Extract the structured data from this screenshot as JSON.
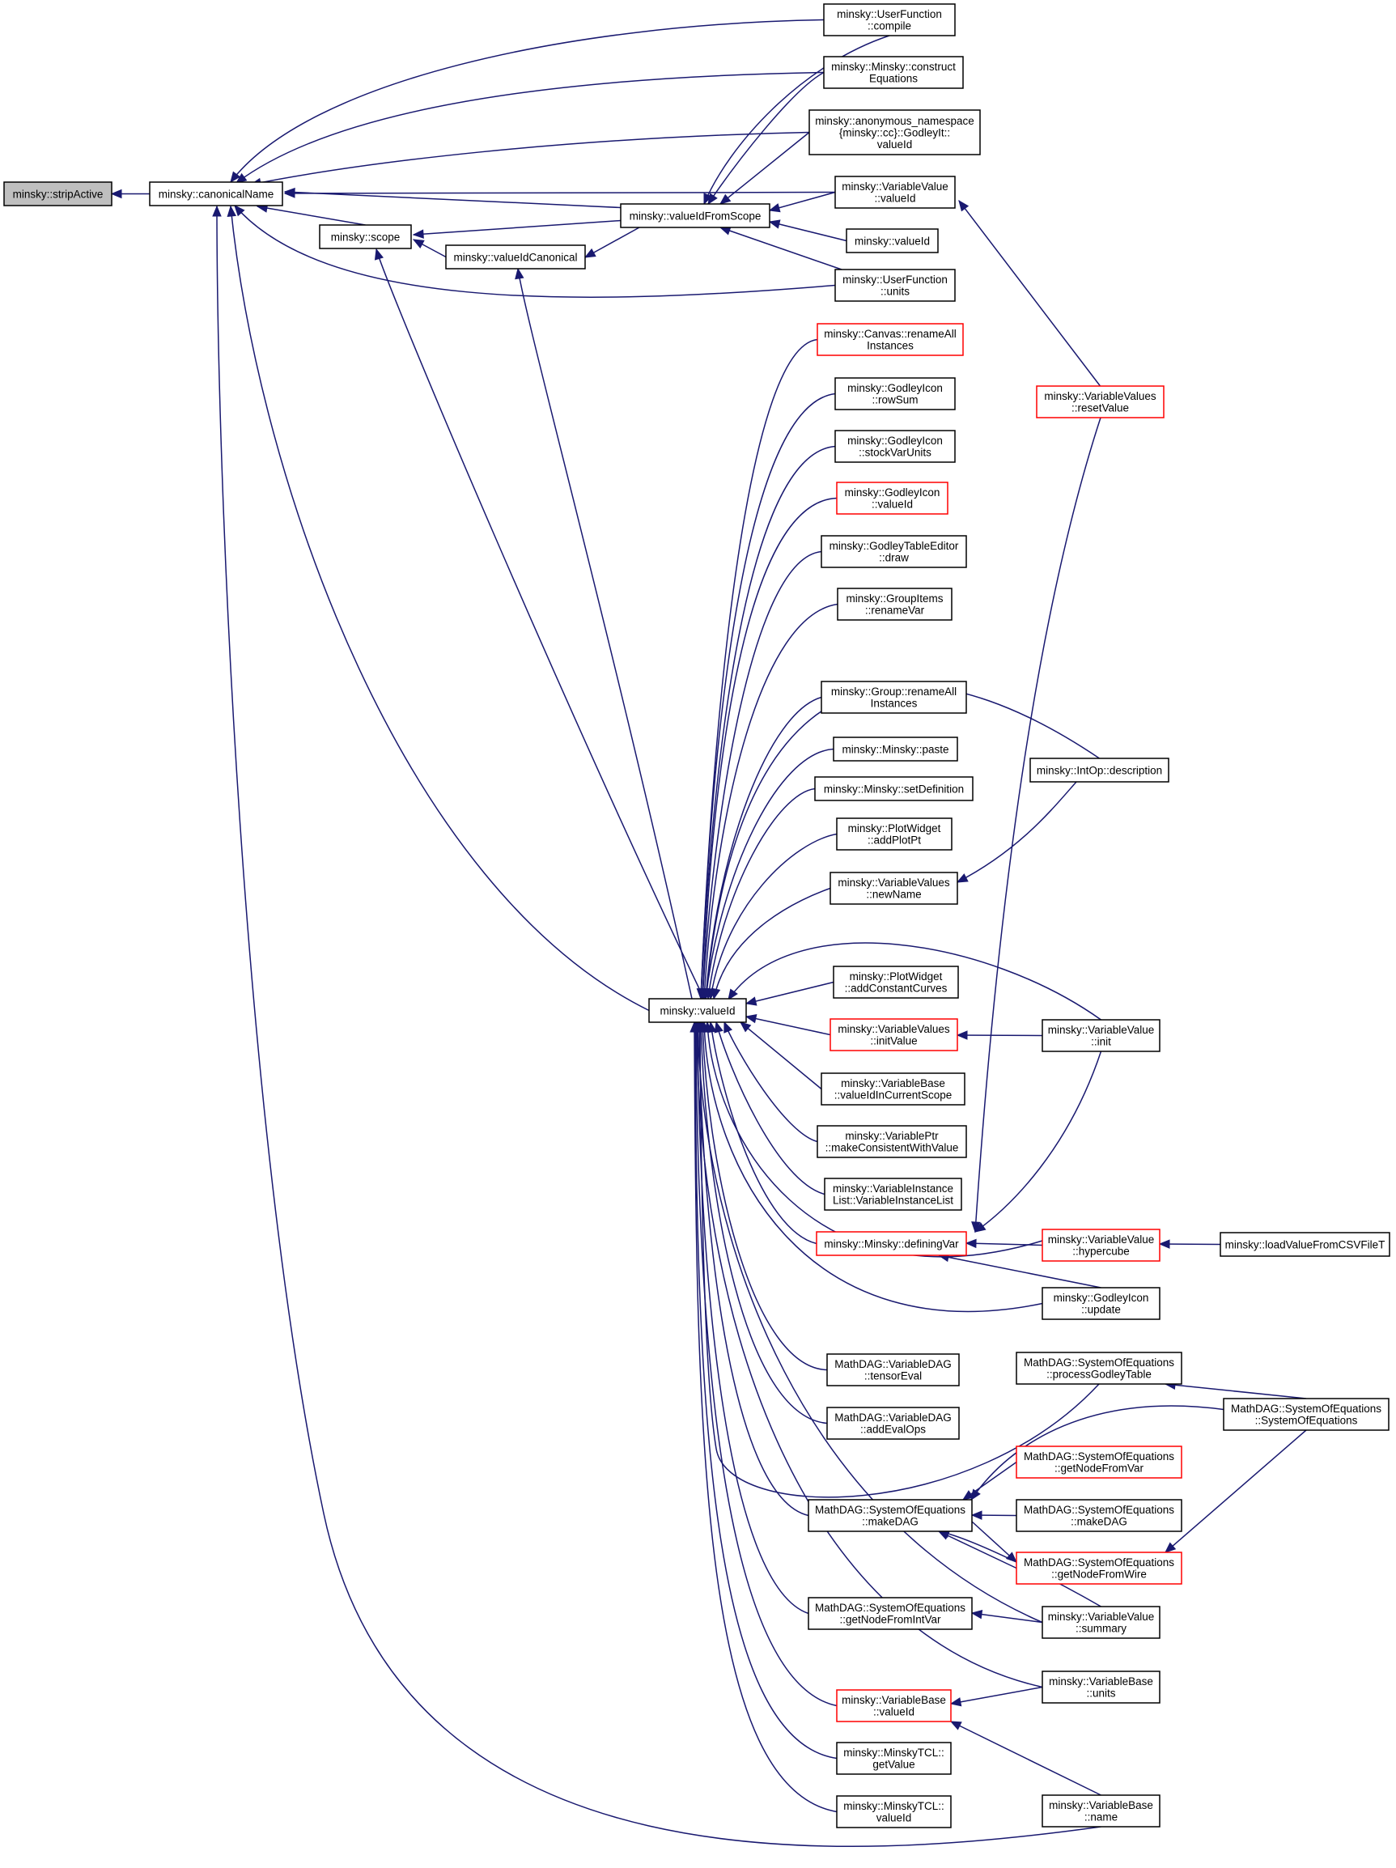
{
  "nodes": {
    "stripActive": {
      "lines": [
        "minsky::stripActive"
      ],
      "highlight": true
    },
    "canonicalName": {
      "lines": [
        "minsky::canonicalName"
      ]
    },
    "scope": {
      "lines": [
        "minsky::scope"
      ]
    },
    "valueIdCanonical": {
      "lines": [
        "minsky::valueIdCanonical"
      ]
    },
    "valueIdFromScope": {
      "lines": [
        "minsky::valueIdFromScope"
      ]
    },
    "valueId": {
      "lines": [
        "minsky::valueId"
      ]
    },
    "uf_compile": {
      "lines": [
        "minsky::UserFunction",
        "::compile"
      ]
    },
    "constructEquations": {
      "lines": [
        "minsky::Minsky::construct",
        "Equations"
      ]
    },
    "anonGodleyIt": {
      "lines": [
        "minsky::anonymous_namespace",
        "{minsky::cc}::GodleyIt::",
        "valueId"
      ]
    },
    "vv_valueId": {
      "lines": [
        "minsky::VariableValue",
        "::valueId"
      ]
    },
    "valueId2": {
      "lines": [
        "minsky::valueId"
      ]
    },
    "uf_units": {
      "lines": [
        "minsky::UserFunction",
        "::units"
      ]
    },
    "renameAllInstances": {
      "lines": [
        "minsky::Canvas::renameAll",
        "Instances"
      ],
      "red": true
    },
    "gi_rowSum": {
      "lines": [
        "minsky::GodleyIcon",
        "::rowSum"
      ]
    },
    "gi_stockVarUnits": {
      "lines": [
        "minsky::GodleyIcon",
        "::stockVarUnits"
      ]
    },
    "gi_valueId": {
      "lines": [
        "minsky::GodleyIcon",
        "::valueId"
      ],
      "red": true
    },
    "gte_draw": {
      "lines": [
        "minsky::GodleyTableEditor",
        "::draw"
      ]
    },
    "gitems_renameVar": {
      "lines": [
        "minsky::GroupItems",
        "::renameVar"
      ]
    },
    "group_renameAll": {
      "lines": [
        "minsky::Group::renameAll",
        "Instances"
      ]
    },
    "minsky_paste": {
      "lines": [
        "minsky::Minsky::paste"
      ]
    },
    "minsky_setDefinition": {
      "lines": [
        "minsky::Minsky::setDefinition"
      ]
    },
    "pw_addPlotPt": {
      "lines": [
        "minsky::PlotWidget",
        "::addPlotPt"
      ]
    },
    "vvals_newName": {
      "lines": [
        "minsky::VariableValues",
        "::newName"
      ]
    },
    "pw_addConstantCurves": {
      "lines": [
        "minsky::PlotWidget",
        "::addConstantCurves"
      ]
    },
    "vvals_initValue": {
      "lines": [
        "minsky::VariableValues",
        "::initValue"
      ],
      "red": true
    },
    "vb_valueIdInCurrentScope": {
      "lines": [
        "minsky::VariableBase",
        "::valueIdInCurrentScope"
      ]
    },
    "vptr_makeConsistent": {
      "lines": [
        "minsky::VariablePtr",
        "::makeConsistentWithValue"
      ]
    },
    "vil_vil": {
      "lines": [
        "minsky::VariableInstance",
        "List::VariableInstanceList"
      ]
    },
    "definingVar": {
      "lines": [
        "minsky::Minsky::definingVar"
      ],
      "red": true
    },
    "vdag_tensorEval": {
      "lines": [
        "MathDAG::VariableDAG",
        "::tensorEval"
      ]
    },
    "vdag_addEvalOps": {
      "lines": [
        "MathDAG::VariableDAG",
        "::addEvalOps"
      ]
    },
    "soe_makeDAG": {
      "lines": [
        "MathDAG::SystemOfEquations",
        "::makeDAG"
      ]
    },
    "soe_getNodeFromIntVar": {
      "lines": [
        "MathDAG::SystemOfEquations",
        "::getNodeFromIntVar"
      ]
    },
    "vb_valueId": {
      "lines": [
        "minsky::VariableBase",
        "::valueId"
      ],
      "red": true
    },
    "mtcl_getValue": {
      "lines": [
        "minsky::MinskyTCL::",
        "getValue"
      ]
    },
    "mtcl_valueId": {
      "lines": [
        "minsky::MinskyTCL::",
        "valueId"
      ]
    },
    "vvals_resetValue": {
      "lines": [
        "minsky::VariableValues",
        "::resetValue"
      ],
      "red": true
    },
    "intop_description": {
      "lines": [
        "minsky::IntOp::description"
      ]
    },
    "vv_init": {
      "lines": [
        "minsky::VariableValue",
        "::init"
      ]
    },
    "vv_hypercube": {
      "lines": [
        "minsky::VariableValue",
        "::hypercube"
      ],
      "red": true
    },
    "gi_update": {
      "lines": [
        "minsky::GodleyIcon",
        "::update"
      ]
    },
    "soe_processGodleyTable": {
      "lines": [
        "MathDAG::SystemOfEquations",
        "::processGodleyTable"
      ]
    },
    "soe_getNodeFromVar": {
      "lines": [
        "MathDAG::SystemOfEquations",
        "::getNodeFromVar"
      ],
      "red": true
    },
    "soe_makeDAG2": {
      "lines": [
        "MathDAG::SystemOfEquations",
        "::makeDAG"
      ]
    },
    "soe_getNodeFromWire": {
      "lines": [
        "MathDAG::SystemOfEquations",
        "::getNodeFromWire"
      ],
      "red": true
    },
    "vv_summary": {
      "lines": [
        "minsky::VariableValue",
        "::summary"
      ]
    },
    "vb_units": {
      "lines": [
        "minsky::VariableBase",
        "::units"
      ]
    },
    "vb_name": {
      "lines": [
        "minsky::VariableBase",
        "::name"
      ]
    },
    "loadValueFromCSV": {
      "lines": [
        "minsky::loadValueFromCSVFileT"
      ]
    },
    "soe_ctor": {
      "lines": [
        "MathDAG::SystemOfEquations",
        "::SystemOfEquations"
      ]
    }
  },
  "colors": {
    "edge": "#191970",
    "border": "#000000",
    "border_red": "#ff0000",
    "highlight_fill": "#bfbfbf"
  }
}
